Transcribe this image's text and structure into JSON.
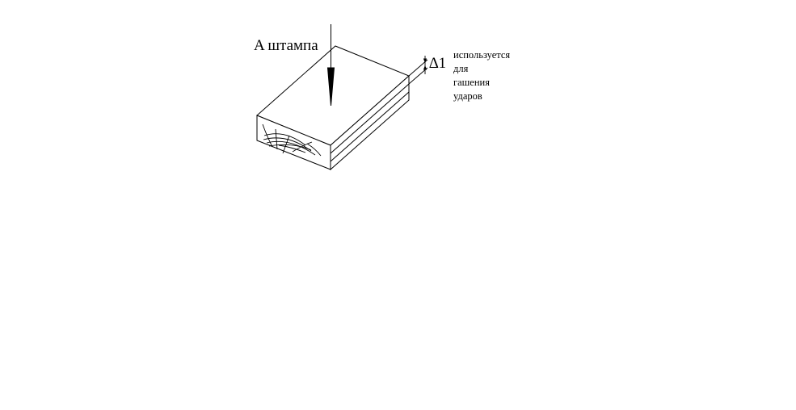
{
  "labels": {
    "force": "A штампа",
    "delta": "∆1",
    "note": [
      "используется",
      "для",
      "гашения",
      "ударов"
    ]
  },
  "colors": {
    "stroke": "#000000",
    "background": "#ffffff"
  }
}
